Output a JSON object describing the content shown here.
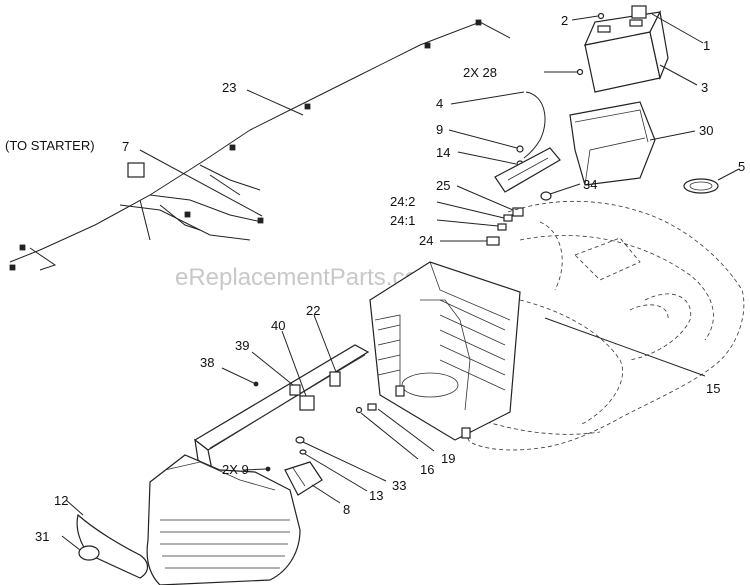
{
  "note": "(TO STARTER)",
  "watermark": "eReplacementParts.com",
  "callouts": [
    "1",
    "2",
    "2X 28",
    "3",
    "4",
    "30",
    "9",
    "14",
    "5",
    "25",
    "34",
    "24:2",
    "24:1",
    "24",
    "23",
    "7",
    "22",
    "40",
    "39",
    "38",
    "15",
    "19",
    "16",
    "33",
    "2X 9",
    "13",
    "8",
    "12",
    "31"
  ]
}
